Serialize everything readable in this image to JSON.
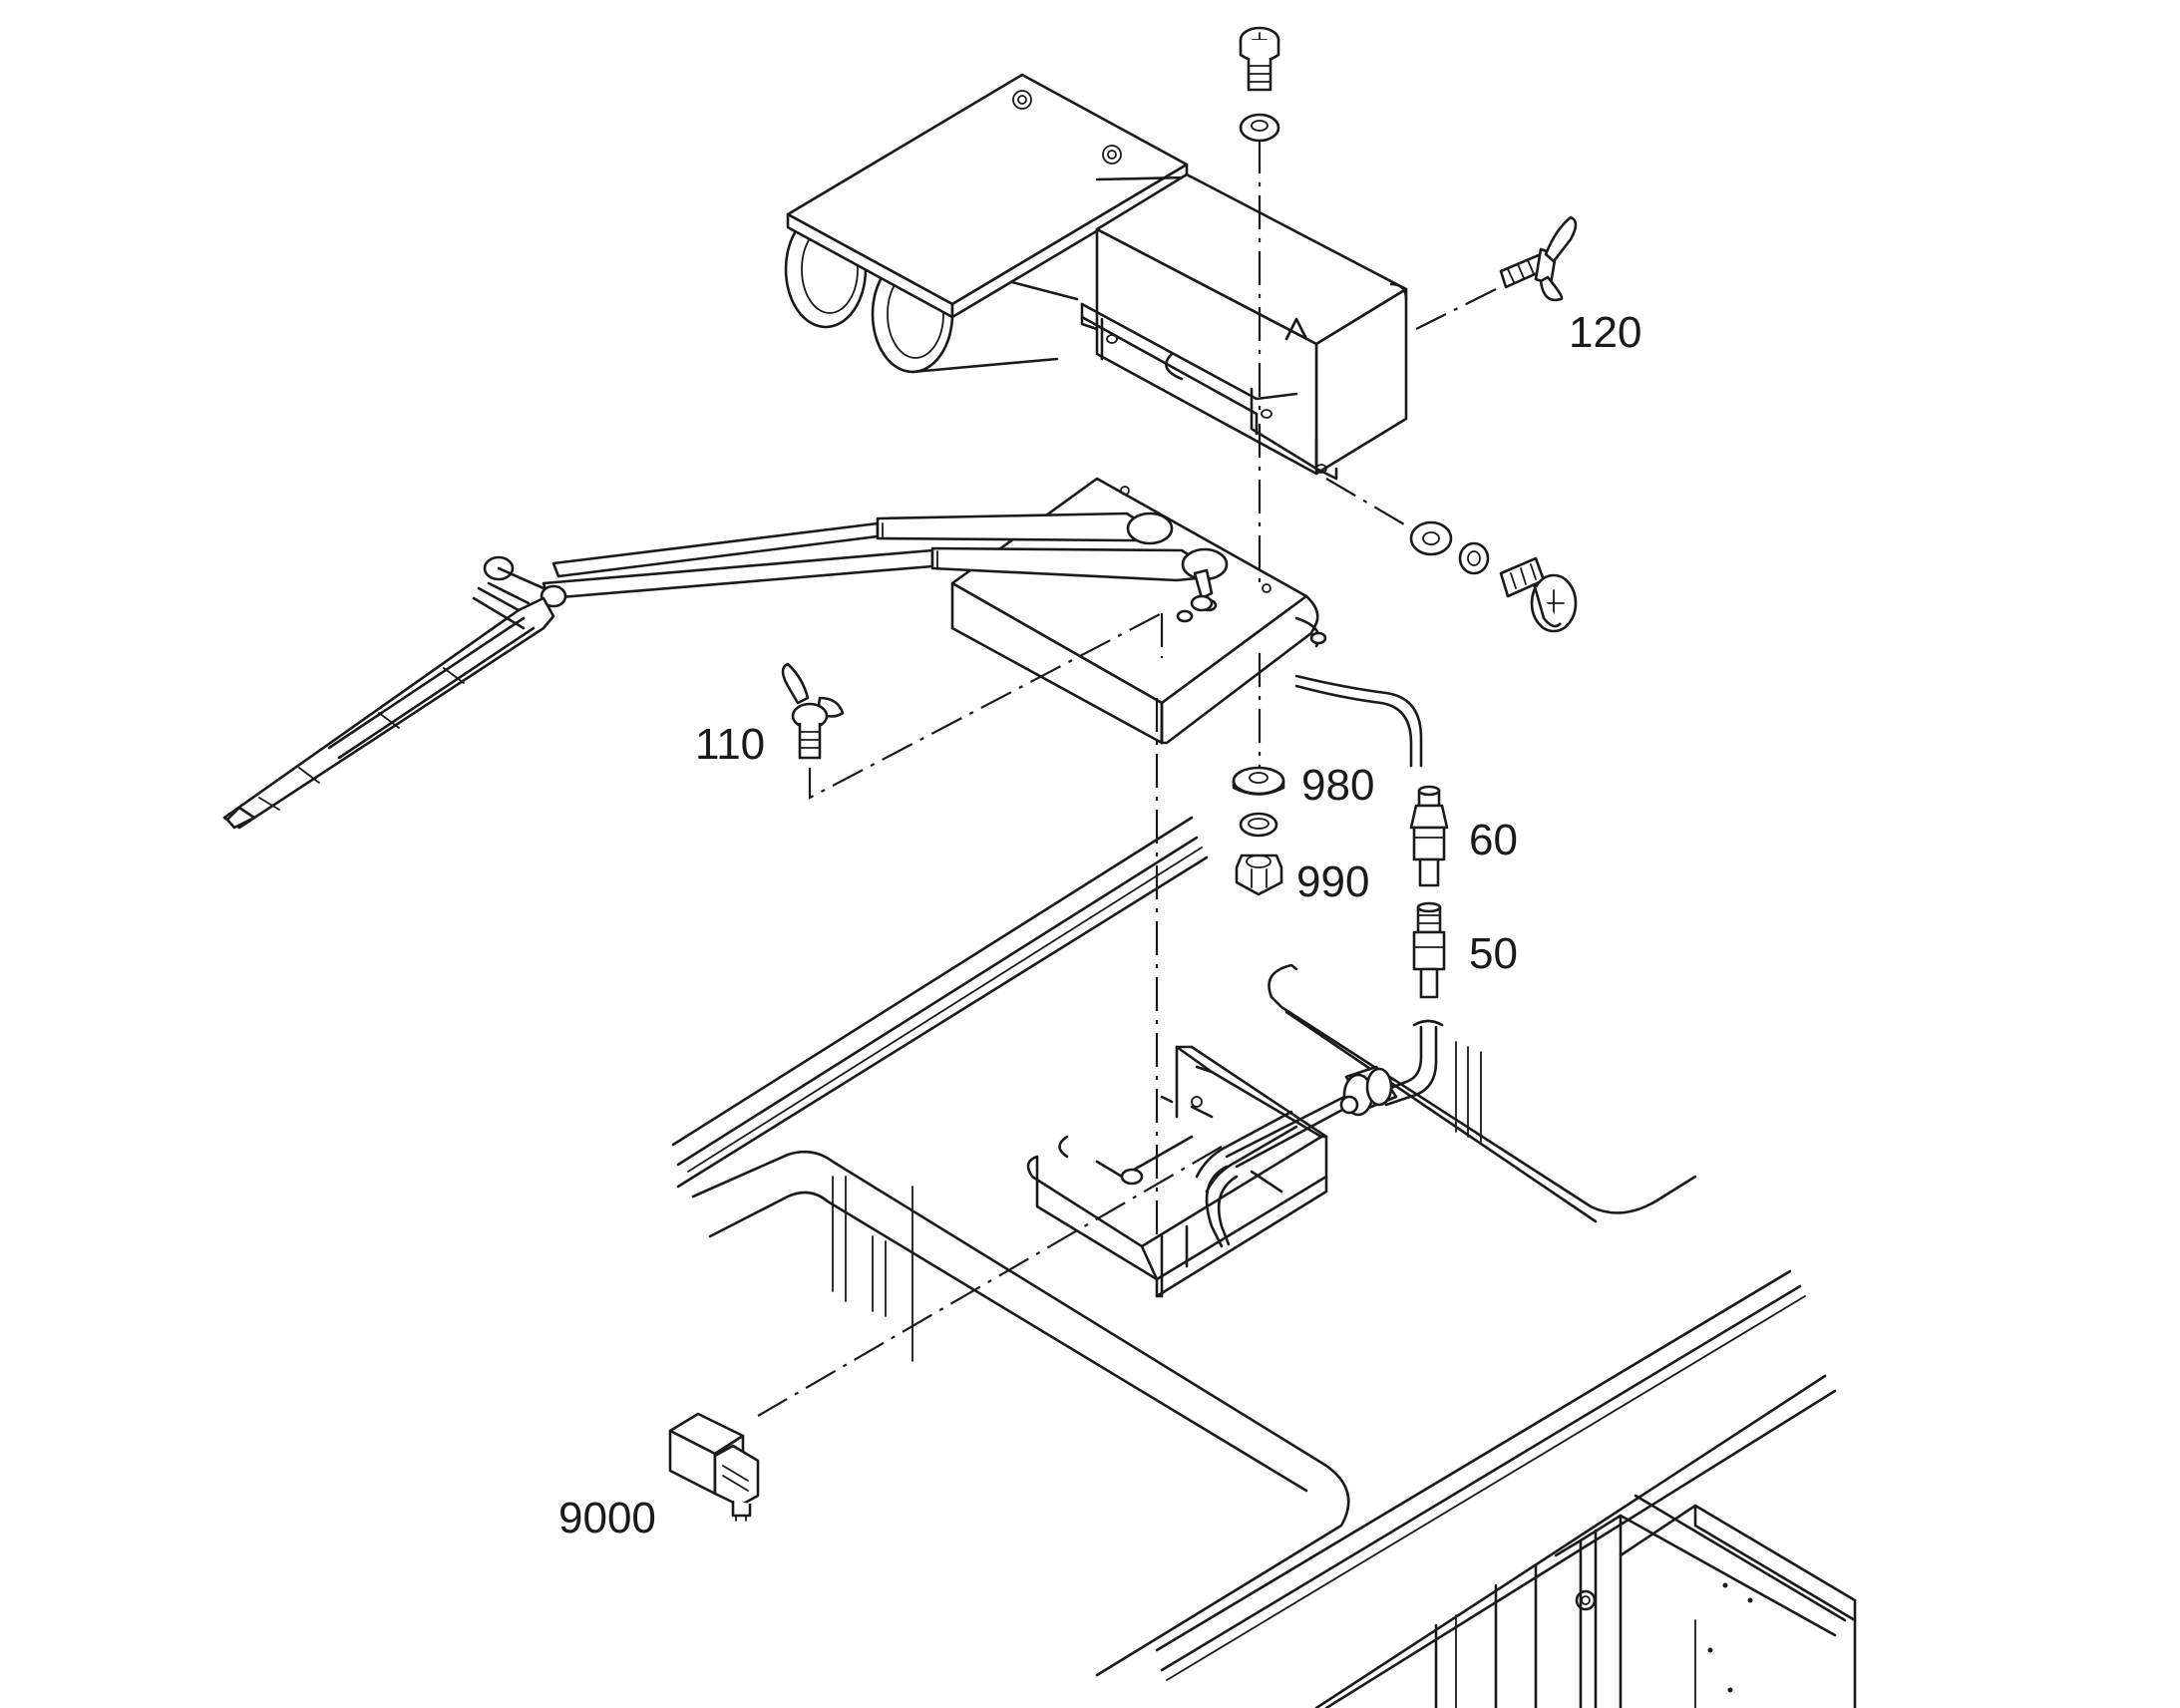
{
  "callouts": {
    "c120": "120",
    "c110": "110",
    "c980": "980",
    "c990": "990",
    "c60": "60",
    "c50": "50",
    "c9000": "9000"
  }
}
